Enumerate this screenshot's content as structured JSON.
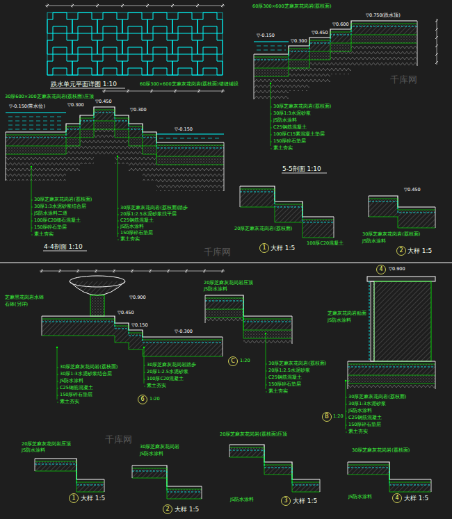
{
  "diagram": {
    "labels": [
      "跌水单元平面详图 1:10",
      "60厚300×600芝麻灰花岗岩(荔枝面)错缝铺设",
      "30厚600×300芝麻灰花岗岩(荔枝面)压顶",
      "▽-0.150(常水位)",
      "▽0.300",
      "▽0.450",
      "▽0.300",
      "▽-0.150",
      "30厚芝麻灰花岗岩(荔枝面)",
      "30厚1:3水泥砂浆结合层",
      "JS防水涂料二道",
      "100厚C20细石混凝土",
      "150厚碎石垫层",
      "素土夯实",
      "4-4剖面 1:10",
      "30厚芝麻灰花岗岩(荔枝面)踏步",
      "20厚1:2.5水泥砂浆找平层",
      "C25钢筋混凝土",
      "JS防水涂料",
      "150厚碎石垫层",
      "素土夯实",
      "60厚300×600芝麻灰花岗岩(荔枝面)",
      "▽0.750(跌水顶)",
      "▽0.600",
      "▽0.450",
      "▽0.300",
      "▽-0.150",
      "30厚芝麻灰花岗岩(荔枝面)",
      "30厚1:3水泥砂浆",
      "JS防水涂料",
      "C25钢筋混凝土",
      "100厚C15素混凝土垫层",
      "150厚碎石垫层",
      "素土夯实",
      "5-5剖面 1:10",
      "大样 1:5",
      "1",
      "20厚芝麻灰花岗岩(荔枝面)",
      "100厚C20混凝土",
      "大样 1:5",
      "2",
      "30厚芝麻灰花岗岩(荔枝面)",
      "JS防水涂料",
      "▽0.450",
      "芝麻黑花岗岩水钵",
      "石钵(另详)",
      "▽0.900",
      "▽0.450",
      "▽0.150",
      "▽-0.300",
      "30厚芝麻灰花岗岩(荔枝面)",
      "30厚1:3水泥砂浆结合层",
      "JS防水涂料",
      "C25钢筋混凝土",
      "150厚碎石垫层",
      "素土夯实",
      "30厚芝麻灰花岗岩踏步",
      "20厚1:2.5水泥砂浆",
      "100厚C20混凝土",
      "素土夯实",
      "1:20",
      "6",
      "20厚芝麻灰花岗岩压顶",
      "JS防水涂料",
      "30厚芝麻灰花岗岩(荔枝面)",
      "20厚1:2.5水泥砂浆",
      "C25钢筋混凝土",
      "150厚碎石垫层",
      "素土夯实",
      "1:20",
      "C",
      "4",
      "▽0.900",
      "芝麻灰花岗岩贴面",
      "JS防水涂料",
      "30厚芝麻灰花岗岩(荔枝面)",
      "30厚1:3水泥砂浆",
      "JS防水涂料",
      "C25钢筋混凝土",
      "150厚碎石垫层",
      "素土夯实",
      "1:20",
      "B",
      "20厚芝麻灰花岗岩压顶",
      "JS防水涂料",
      "大样 1:5",
      "1",
      "30厚芝麻灰花岗岩",
      "JS防水涂料",
      "大样 1:5",
      "2",
      "20厚芝麻灰花岗岩(荔枝面)压顶",
      "JS防水涂料",
      "大样 1:5",
      "3",
      "30厚芝麻灰花岗岩(荔枝面)",
      "JS防水涂料",
      "大样 1:5",
      "4",
      "千库网",
      "千库网",
      "千库网"
    ]
  }
}
